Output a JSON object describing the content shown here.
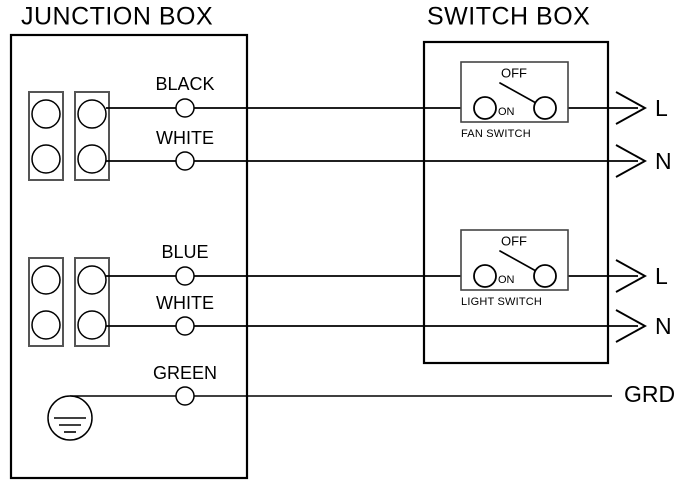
{
  "diagram": {
    "title_left": "JUNCTION  BOX",
    "title_right": "SWITCH  BOX"
  },
  "junction_box": {
    "label": "JUNCTION  BOX",
    "terminal_blocks": [
      {
        "name": "upper-terminal-block",
        "holes": 4,
        "strips": 2
      },
      {
        "name": "lower-terminal-block",
        "holes": 4,
        "strips": 2
      }
    ],
    "ground_symbol": "earth-ground-icon"
  },
  "switch_box": {
    "label": "SWITCH  BOX",
    "switches": [
      {
        "name": "FAN SWITCH",
        "off_label": "OFF",
        "on_label": "ON",
        "state": "OFF"
      },
      {
        "name": "LIGHT SWITCH",
        "off_label": "OFF",
        "on_label": "ON",
        "state": "OFF"
      }
    ]
  },
  "wires": [
    {
      "label": "BLACK",
      "terminal": "L",
      "circuit": "fan"
    },
    {
      "label": "WHITE",
      "terminal": "N",
      "circuit": "fan"
    },
    {
      "label": "BLUE",
      "terminal": "L",
      "circuit": "light"
    },
    {
      "label": "WHITE",
      "terminal": "N",
      "circuit": "light"
    },
    {
      "label": "GREEN",
      "terminal": "GRD",
      "circuit": "ground"
    }
  ],
  "terminals": {
    "fan_line": "L",
    "fan_neutral": "N",
    "light_line": "L",
    "light_neutral": "N",
    "ground": "GRD"
  },
  "colors": {
    "stroke": "#000000",
    "background": "#ffffff",
    "box_stroke": "#000000",
    "switch_stroke": "#444444"
  }
}
